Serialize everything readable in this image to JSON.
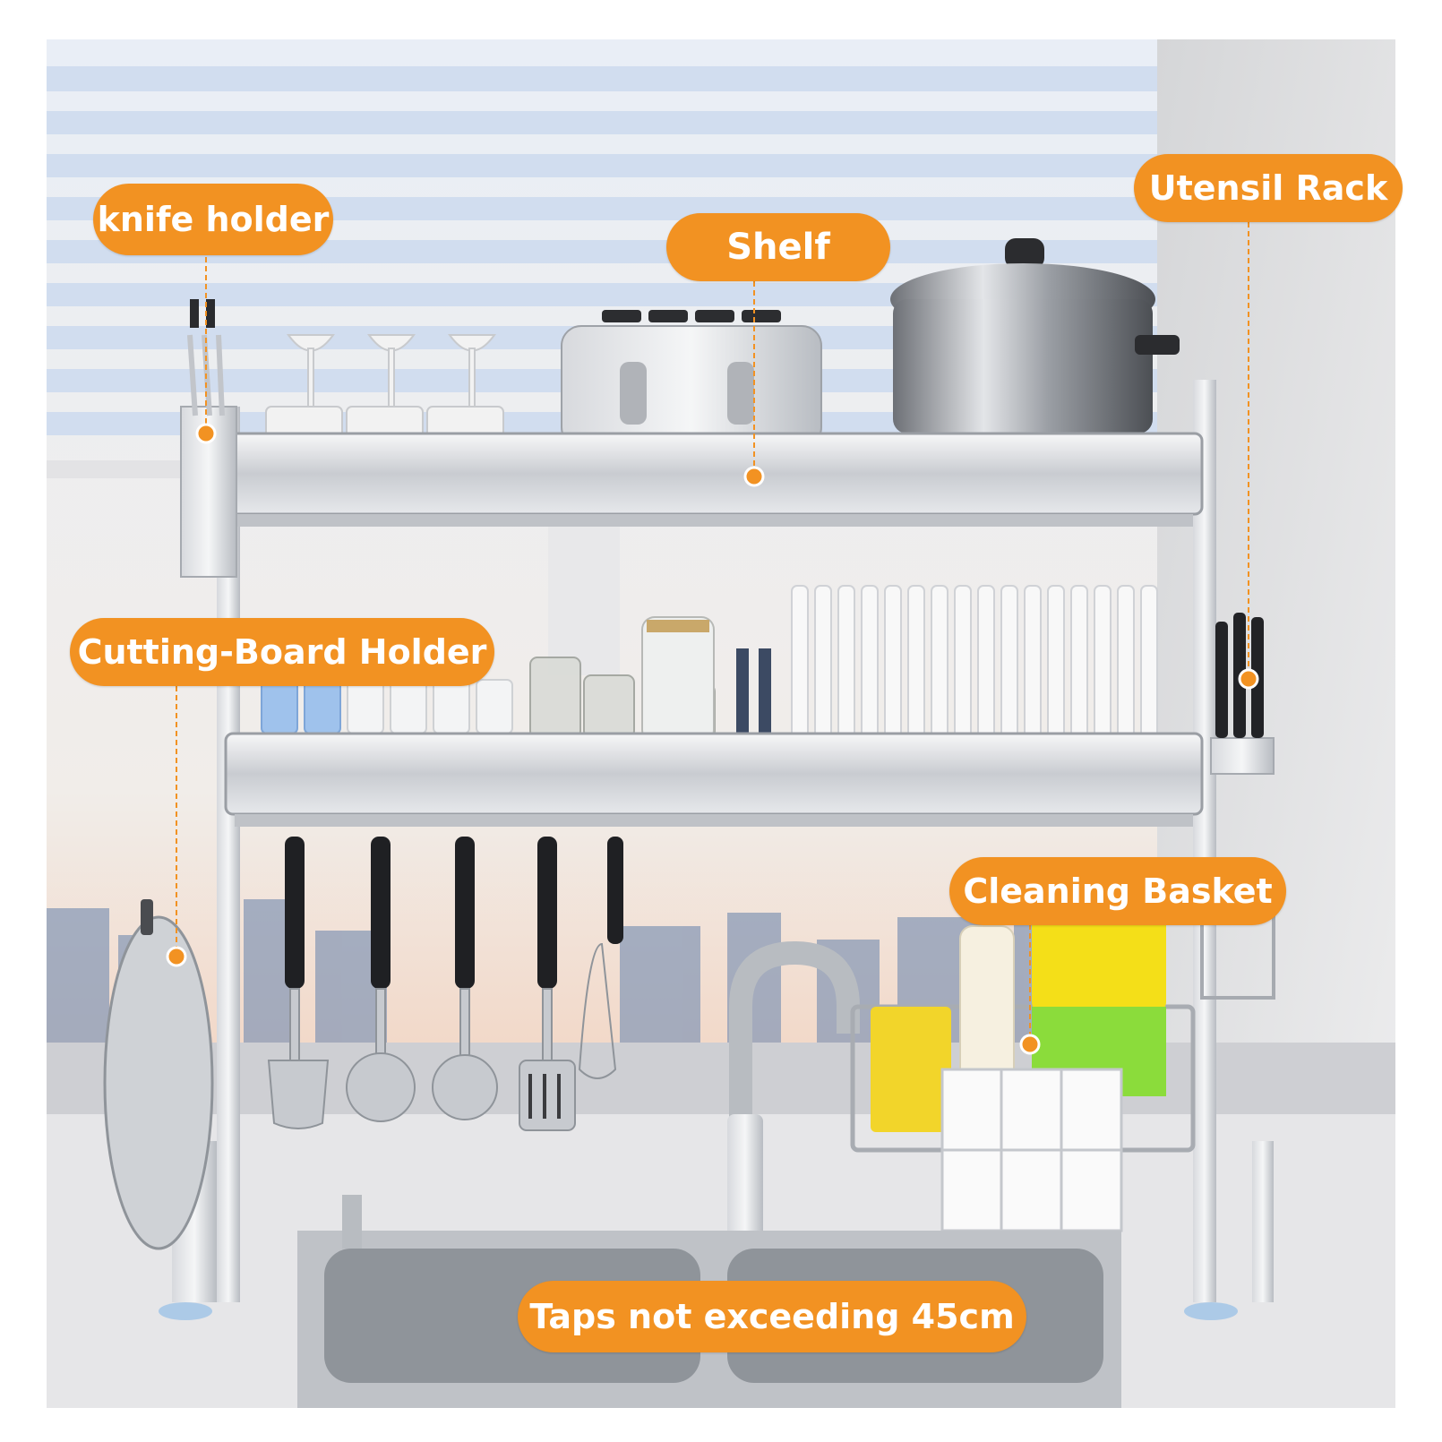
{
  "labels": {
    "knife_holder": "knife holder",
    "shelf": "Shelf",
    "utensil_rack": "Utensil Rack",
    "cutting_board_holder": "Cutting-Board Holder",
    "cleaning_basket": "Cleaning Basket",
    "taps": "Taps not exceeding 45cm"
  },
  "colors": {
    "label_background": "#f29222",
    "label_text": "#ffffff",
    "callout_dot": "#f29222"
  }
}
